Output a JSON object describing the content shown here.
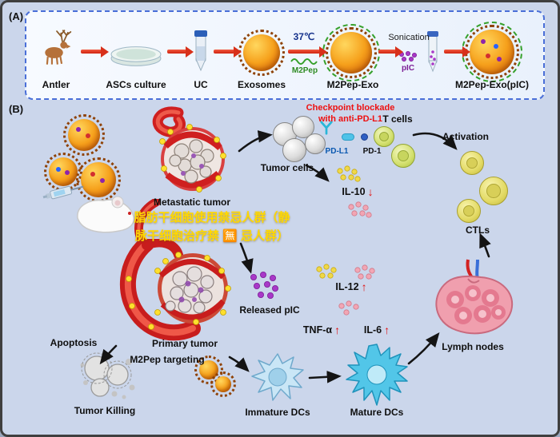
{
  "figure": {
    "background_color": "#cbd6eb",
    "arrow_red": "#d8301a",
    "checkpoint_red": "#ee1010",
    "watermark_yellow": "#ffd800",
    "panel_border_blue": "#4a6fd8"
  },
  "panel_a": {
    "label": "(A)",
    "items": {
      "antler": "Antler",
      "ascs": "ASCs culture",
      "uc": "UC",
      "exosomes": "Exosomes",
      "m2pep_exo": "M2Pep-Exo",
      "m2pep_exo_pic": "M2Pep-Exo(pIC)"
    },
    "annotations": {
      "temperature": "37℃",
      "m2pep": "M2Pep",
      "sonication": "Sonication",
      "pic": "pIC"
    }
  },
  "panel_b": {
    "label": "(B)",
    "checkpoint_line1": "Checkpoint blockade",
    "checkpoint_line2": "with anti-PD-L1",
    "t_cells": "T cells",
    "activation": "Activation",
    "tumor_cells": "Tumor cells",
    "pd_l1": "PD-L1",
    "pd_1": "PD-1",
    "ctls": "CTLs",
    "metastatic_tumor": "Metastatic tumor",
    "released_pic": "Released pIC",
    "lymph_nodes": "Lymph nodes",
    "apoptosis": "Apoptosis",
    "primary_tumor": "Primary tumor",
    "m2pep_targeting": "M2Pep targeting",
    "tumor_killing": "Tumor Killing",
    "immature_dcs": "Immature DCs",
    "mature_dcs": "Mature DCs",
    "cytokines": {
      "il10": {
        "name": "IL-10",
        "arrow": "↓"
      },
      "il12": {
        "name": "IL-12",
        "arrow": "↑"
      },
      "tnf": {
        "name": "TNF-α",
        "arrow": "↑"
      },
      "il6": {
        "name": "IL-6",
        "arrow": "↑"
      }
    },
    "watermark": "脂肪干细胞使用禁忌人群（静\n脉干细胞治疗禁 🈚 忌人群）"
  }
}
